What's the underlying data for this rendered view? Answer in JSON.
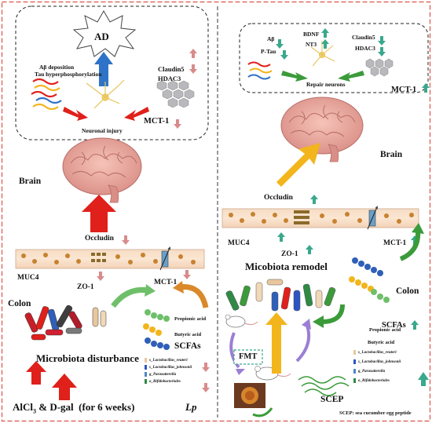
{
  "left": {
    "ad_label": "AD",
    "abeta_deposition": "Aβ deposition",
    "tau_hyper": "Tau hyperphosphorylation",
    "claudin5": "Claudin5",
    "hdac3": "HDAC3",
    "neuronal_injury": "Neuronal injury",
    "mct1_top": "MCT-1",
    "brain": "Brain",
    "occludin": "Occludin",
    "muc4": "MUC4",
    "zo1": "ZO-1",
    "mct1_gut": "MCT-1",
    "colon": "Colon",
    "propionic": "Propionic acid",
    "butyric": "Butyric acid",
    "scfas": "SCFAs",
    "microbiota": "Microbiota disturbance",
    "legend": [
      "s_Lactobacillus_reuteri",
      "s_Lactobacillus_johnsonii",
      "g_Parasutterella",
      "o_Bifidobacteriales"
    ],
    "treatment": "AlCl",
    "treatment_sub": "3",
    "treatment_rest": " & D-gal  (for 6 weeks)",
    "lp": "Lp"
  },
  "right": {
    "abeta": "Aβ",
    "ptau": "P-Tau",
    "bdnf": "BDNF",
    "nt3": "NT3",
    "claudin5": "Claudin5",
    "hdac3": "HDAC3",
    "repair": "Repair neurons",
    "mct1_top": "MCT-1",
    "brain": "Brain",
    "occludin": "Occludin",
    "muc4": "MUC4",
    "zo1": "ZO-1",
    "mct1_gut": "MCT-1",
    "remodel": "Micobiota remodel",
    "colon": "Colon",
    "scfas": "SCFAs",
    "propionic": "Propionic acid",
    "butyric": "Butyric acid",
    "legend": [
      "s_Lactobacillus_reuteri",
      "s_Lactobacillus_johnsonii",
      "g_Parasutterella",
      "o_Bifidobacteriales"
    ],
    "fmt": "FMT",
    "scep": "SCEP",
    "footnote": "SCEP: sea cucumber egg peptide"
  },
  "colors": {
    "up_arrow": "#3aa88c",
    "down_arrow": "#d98b8b",
    "red_arrow": "#e0201b",
    "blue_arrow": "#2f73c8",
    "gold_arrow": "#f2b51c",
    "green_arrow": "#3b9b3a",
    "purple_arrow": "#9b7fd4",
    "frame": "#d9544a",
    "legend": [
      "#e8c79e",
      "#2c55c2",
      "#4d86c9",
      "#2e8a44"
    ]
  }
}
